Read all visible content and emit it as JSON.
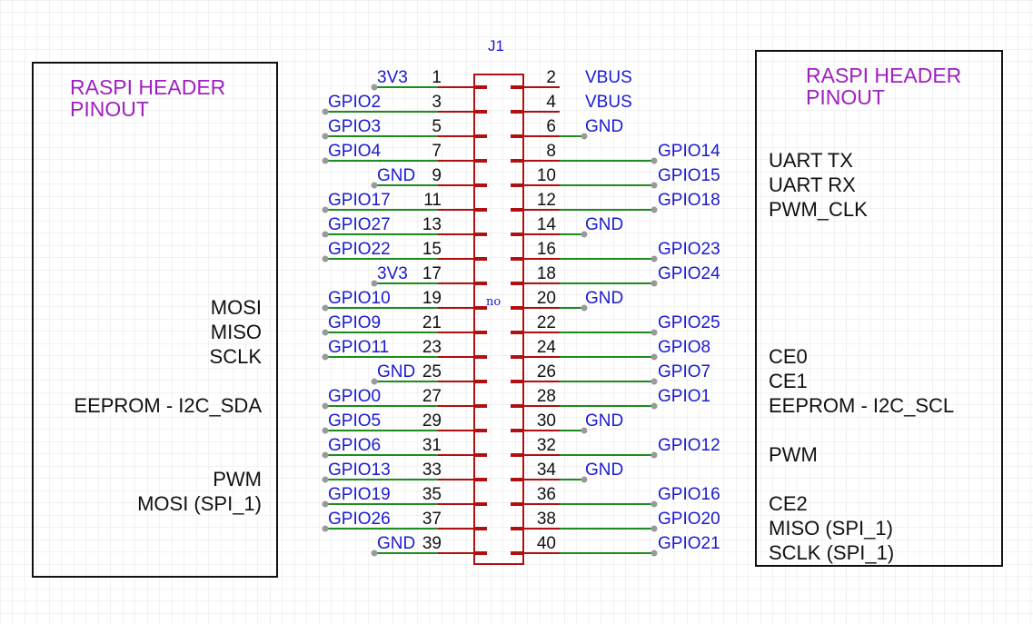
{
  "colors": {
    "grid": "#e6e6e6",
    "box": "#111111",
    "connector": "#b01010",
    "wire": "#1e8c1e",
    "wire_end": "#9a9a9a",
    "net_label": "#1a1ad0",
    "heading": "#a020c0",
    "note": "#111111"
  },
  "connector": {
    "refdes": "J1",
    "center_mark": "no"
  },
  "left_panel": {
    "title_line1": "RASPI HEADER",
    "title_line2": "PINOUT",
    "notes": [
      {
        "pin": 19,
        "text": "MOSI"
      },
      {
        "pin": 21,
        "text": "MISO"
      },
      {
        "pin": 23,
        "text": "SCLK"
      },
      {
        "pin": 27,
        "text": "EEPROM - I2C_SDA"
      },
      {
        "pin": 33,
        "text": "PWM"
      },
      {
        "pin": 35,
        "text": "MOSI (SPI_1)"
      }
    ]
  },
  "right_panel": {
    "title_line1": "RASPI HEADER",
    "title_line2": "PINOUT",
    "notes": [
      {
        "pin": 8,
        "text": "UART TX"
      },
      {
        "pin": 10,
        "text": "UART RX"
      },
      {
        "pin": 12,
        "text": "PWM_CLK"
      },
      {
        "pin": 24,
        "text": "CE0"
      },
      {
        "pin": 26,
        "text": "CE1"
      },
      {
        "pin": 28,
        "text": "EEPROM - I2C_SCL"
      },
      {
        "pin": 32,
        "text": "PWM"
      },
      {
        "pin": 36,
        "text": "CE2"
      },
      {
        "pin": 38,
        "text": "MISO (SPI_1)"
      },
      {
        "pin": 40,
        "text": "SCLK (SPI_1)"
      }
    ]
  },
  "pins": [
    {
      "num": "1",
      "net": "3V3",
      "wire": "short"
    },
    {
      "num": "2",
      "net": "VBUS",
      "wire": "none"
    },
    {
      "num": "3",
      "net": "GPIO2",
      "wire": "long"
    },
    {
      "num": "4",
      "net": "VBUS",
      "wire": "none"
    },
    {
      "num": "5",
      "net": "GPIO3",
      "wire": "long"
    },
    {
      "num": "6",
      "net": "GND",
      "wire": "short"
    },
    {
      "num": "7",
      "net": "GPIO4",
      "wire": "long"
    },
    {
      "num": "8",
      "net": "GPIO14",
      "wire": "long"
    },
    {
      "num": "9",
      "net": "GND",
      "wire": "short"
    },
    {
      "num": "10",
      "net": "GPIO15",
      "wire": "long"
    },
    {
      "num": "11",
      "net": "GPIO17",
      "wire": "long"
    },
    {
      "num": "12",
      "net": "GPIO18",
      "wire": "long"
    },
    {
      "num": "13",
      "net": "GPIO27",
      "wire": "long"
    },
    {
      "num": "14",
      "net": "GND",
      "wire": "short"
    },
    {
      "num": "15",
      "net": "GPIO22",
      "wire": "long"
    },
    {
      "num": "16",
      "net": "GPIO23",
      "wire": "long"
    },
    {
      "num": "17",
      "net": "3V3",
      "wire": "short"
    },
    {
      "num": "18",
      "net": "GPIO24",
      "wire": "long"
    },
    {
      "num": "19",
      "net": "GPIO10",
      "wire": "long"
    },
    {
      "num": "20",
      "net": "GND",
      "wire": "short"
    },
    {
      "num": "21",
      "net": "GPIO9",
      "wire": "long"
    },
    {
      "num": "22",
      "net": "GPIO25",
      "wire": "long"
    },
    {
      "num": "23",
      "net": "GPIO11",
      "wire": "long"
    },
    {
      "num": "24",
      "net": "GPIO8",
      "wire": "long"
    },
    {
      "num": "25",
      "net": "GND",
      "wire": "short"
    },
    {
      "num": "26",
      "net": "GPIO7",
      "wire": "long"
    },
    {
      "num": "27",
      "net": "GPIO0",
      "wire": "long"
    },
    {
      "num": "28",
      "net": "GPIO1",
      "wire": "long"
    },
    {
      "num": "29",
      "net": "GPIO5",
      "wire": "long"
    },
    {
      "num": "30",
      "net": "GND",
      "wire": "short"
    },
    {
      "num": "31",
      "net": "GPIO6",
      "wire": "long"
    },
    {
      "num": "32",
      "net": "GPIO12",
      "wire": "long"
    },
    {
      "num": "33",
      "net": "GPIO13",
      "wire": "long"
    },
    {
      "num": "34",
      "net": "GND",
      "wire": "short"
    },
    {
      "num": "35",
      "net": "GPIO19",
      "wire": "long"
    },
    {
      "num": "36",
      "net": "GPIO16",
      "wire": "long"
    },
    {
      "num": "37",
      "net": "GPIO26",
      "wire": "long"
    },
    {
      "num": "38",
      "net": "GPIO20",
      "wire": "long"
    },
    {
      "num": "39",
      "net": "GND",
      "wire": "short"
    },
    {
      "num": "40",
      "net": "GPIO21",
      "wire": "long"
    }
  ]
}
